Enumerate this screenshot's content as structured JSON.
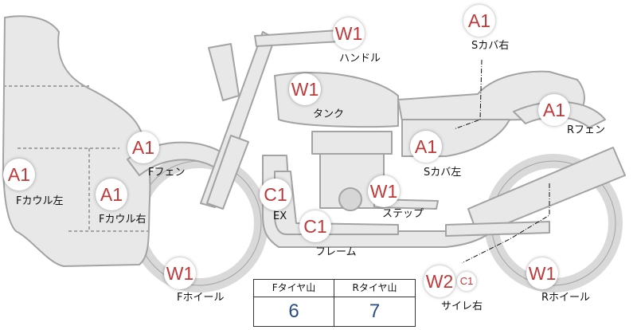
{
  "parts": {
    "handle": {
      "grade": "W1",
      "label": "ハンドル"
    },
    "s_cover_r": {
      "grade": "A1",
      "label": "Sカバ右"
    },
    "tank": {
      "grade": "W1",
      "label": "タンク"
    },
    "r_fender": {
      "grade": "A1",
      "label": "Rフェン"
    },
    "f_fender": {
      "grade": "A1",
      "label": "Fフェン"
    },
    "s_cover_l": {
      "grade": "A1",
      "label": "Sカバ左"
    },
    "f_cowl_l": {
      "grade": "A1",
      "label": "Fカウル左"
    },
    "f_cowl_r": {
      "grade": "A1",
      "label": "Fカウル右"
    },
    "ex": {
      "grade": "C1",
      "label": "EX"
    },
    "step": {
      "grade": "W1",
      "label": "ステップ"
    },
    "frame": {
      "grade": "C1",
      "label": "フレーム"
    },
    "f_wheel": {
      "grade": "W1",
      "label": "Fホイール"
    },
    "silencer_r": {
      "grade": "W2",
      "grade2": "C1",
      "label": "サイレ右"
    },
    "r_wheel": {
      "grade": "W1",
      "label": "Rホイール"
    }
  },
  "tire_table": {
    "front_header": "Fタイヤ山",
    "rear_header": "Rタイヤ山",
    "front_value": "6",
    "rear_value": "7"
  },
  "colors": {
    "grade_text": "#c0393b",
    "tire_value": "#2c4c88",
    "body_fill": "#e8e8e8",
    "body_stroke": "#a0a0a0"
  }
}
